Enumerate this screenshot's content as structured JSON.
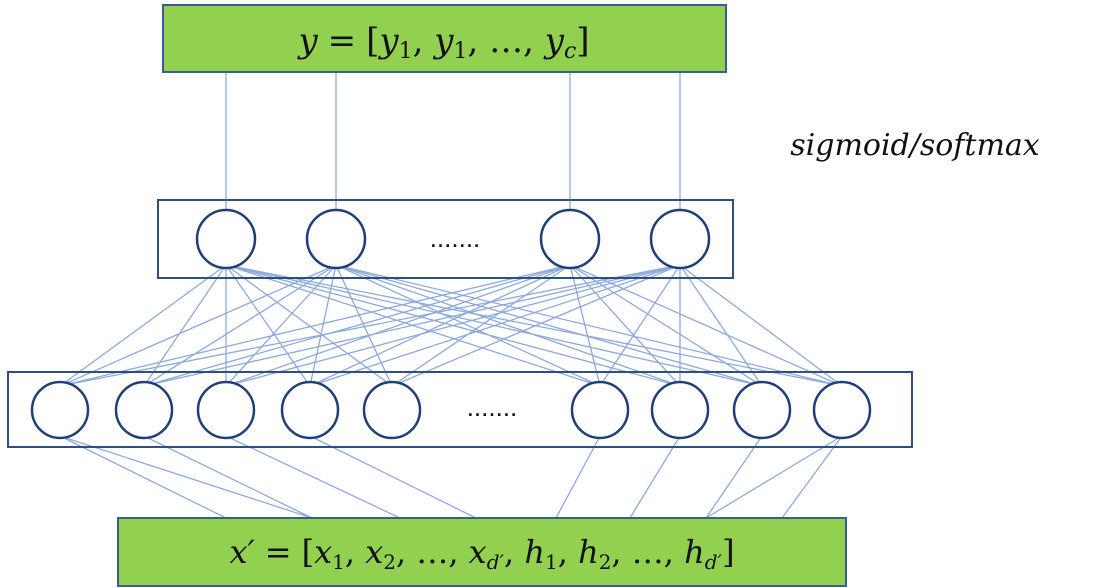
{
  "output_box": {
    "label": "y = [y₁, y₁, …, y꜀]",
    "parts": {
      "lhs": "y",
      "eq": "=",
      "open": "[",
      "t1": "y",
      "s1": "1",
      "t2": "y",
      "s2": "1",
      "dots": "…",
      "t3": "y",
      "s3": "c",
      "close": "]"
    }
  },
  "activation_label": "sigmoid/softmax",
  "hidden_layer": {
    "ellipsis": "......."
  },
  "lower_layer": {
    "ellipsis": "......."
  },
  "input_box": {
    "label": "x′ = [x₁, x₂, …, x_d′, h₁, h₂, …, h_d′]",
    "parts": {
      "lhs": "x′",
      "eq": "=",
      "open": "[",
      "a1": "x",
      "a1s": "1",
      "a2": "x",
      "a2s": "2",
      "dots1": "…",
      "a3": "x",
      "a3s": "d′",
      "b1": "h",
      "b1s": "1",
      "b2": "h",
      "b2s": "2",
      "dots2": "…",
      "b3": "h",
      "b3s": "d′",
      "close": "]"
    }
  },
  "colors": {
    "box_fill": "#92d050",
    "box_stroke": "#3a5f8f",
    "line": "#8eaadb",
    "node_stroke": "#1f3f77",
    "layer_stroke": "#2f4f7f"
  }
}
